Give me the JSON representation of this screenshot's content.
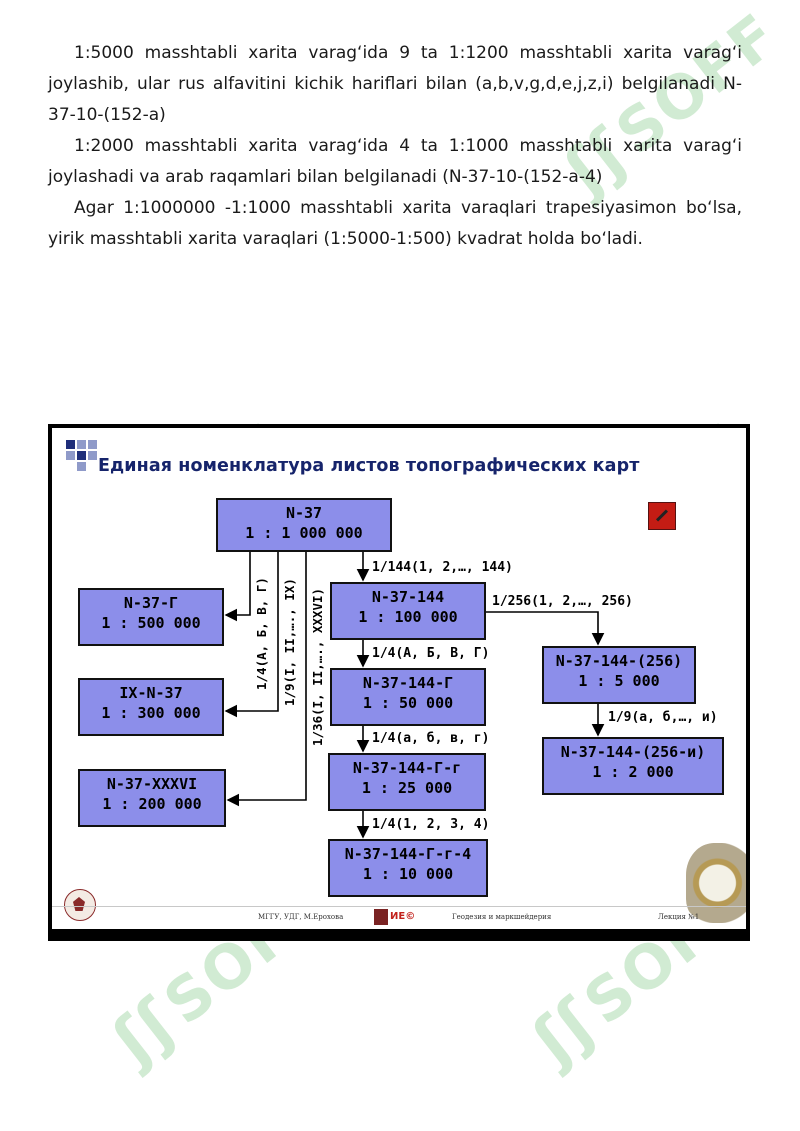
{
  "document": {
    "paragraphs": [
      "1:5000 masshtabli xarita varag‘ida 9 ta 1:1200 masshtabli xarita varag‘i joylashib, ular rus alfavitini kichik hariflari bilan (a,b,v,g,d,e,j,z,i) belgilanadi N-37-10-(152-a)",
      "1:2000 masshtabli xarita varag‘ida 4 ta 1:1000 masshtabli xarita varag‘i joylashadi va arab raqamlari bilan belgilanadi (N-37-10-(152-a-4)",
      "Agar 1:1000000 -1:1000 masshtabli xarita varaqlari trapesiyasimon bo‘lsa, yirik masshtabli xarita varaqlari (1:5000-1:500) kvadrat holda bo‘ladi."
    ]
  },
  "watermark": {
    "text": "SOFF"
  },
  "slide": {
    "title": "Единая номенклатура листов топографических карт",
    "nodes": {
      "root": {
        "name": "N-37",
        "scale": "1 : 1 000 000"
      },
      "g500": {
        "name": "N-37-Г",
        "scale": "1 : 500 000"
      },
      "ix300": {
        "name": "IX-N-37",
        "scale": "1 : 300 000"
      },
      "xxxvi200": {
        "name": "N-37-XXXVI",
        "scale": "1 : 200 000"
      },
      "n144": {
        "name": "N-37-144",
        "scale": "1 : 100 000"
      },
      "g50": {
        "name": "N-37-144-Г",
        "scale": "1 : 50 000"
      },
      "g25": {
        "name": "N-37-144-Г-г",
        "scale": "1 : 25 000"
      },
      "g10": {
        "name": "N-37-144-Г-г-4",
        "scale": "1 : 10 000"
      },
      "s5000": {
        "name": "N-37-144-(256)",
        "scale": "1 : 5 000"
      },
      "s2000": {
        "name": "N-37-144-(256-и)",
        "scale": "1 : 2 000"
      }
    },
    "labels": {
      "div144": "1/144(1, 2,…, 144)",
      "div256": "1/256(1, 2,…, 256)",
      "div4_upper": "1/4(А, Б, В, Г)",
      "div4_lower": "1/4(а, б, в, г)",
      "div4_digits": "1/4(1, 2, 3, 4)",
      "div9_lower": "1/9(а, б,…, и)",
      "v_div4": "1/4(А, Б, В, Г)",
      "v_div9": "1/9(I, II,…., IX)",
      "v_div36": "1/36(I, II,…., XXXVI)"
    },
    "footer": {
      "left": "МГГУ, УДГ, М.Ерохова",
      "logo": "ИЕ©",
      "center": "Геодезия и маркшейдерия",
      "right": "Лекция №1"
    }
  }
}
